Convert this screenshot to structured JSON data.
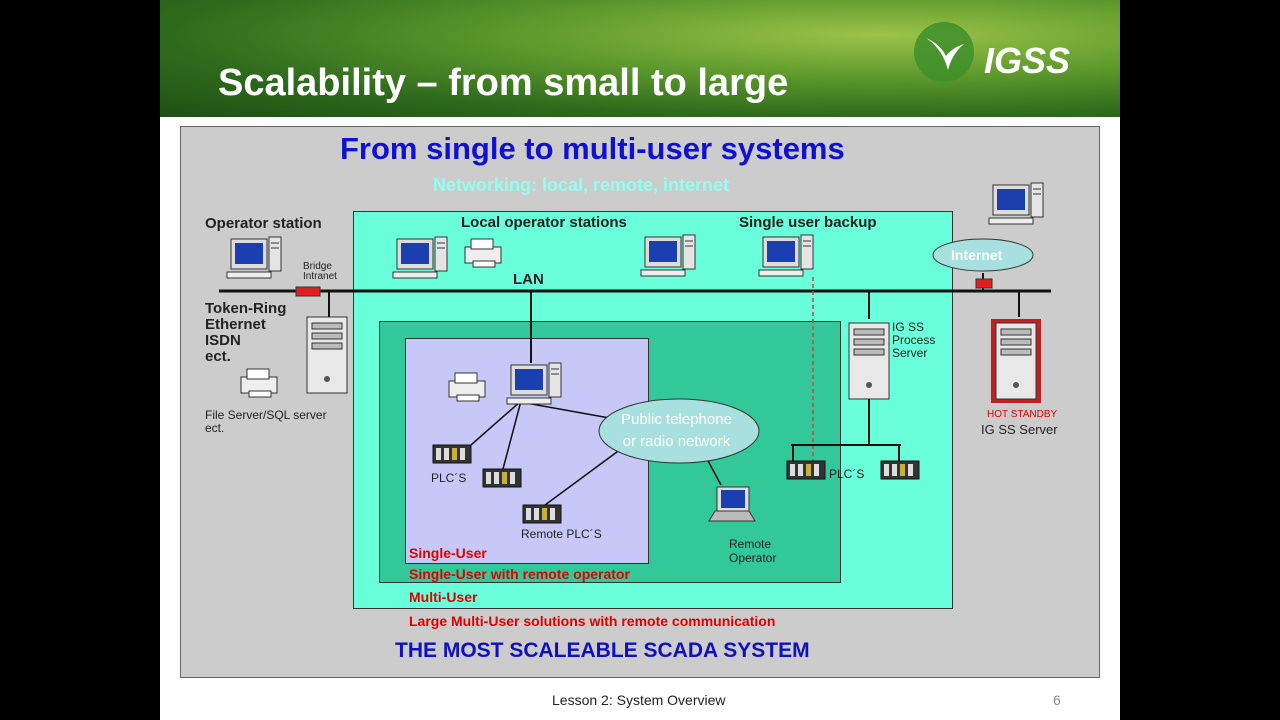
{
  "slide": {
    "title": "Scalability – from small to large",
    "logo_text": "IGSS",
    "footer": "Lesson 2: System Overview",
    "page_number": "6"
  },
  "diagram": {
    "title": "From single to multi-user systems",
    "subtitle": "Networking: local, remote, internet",
    "labels": {
      "operator_station": "Operator station",
      "local_operator_stations": "Local operator stations",
      "single_user_backup": "Single user backup",
      "internet": "Internet",
      "bridge": "Bridge",
      "intranet": "Intranet",
      "lan": "LAN",
      "network_types": [
        "Token-Ring",
        "Ethernet",
        "ISDN",
        "ect."
      ],
      "file_server": [
        "File Server/SQL server",
        "ect."
      ],
      "process_server": [
        "IG SS",
        "Process",
        "Server"
      ],
      "hot_standby": "HOT STANDBY",
      "igss_server": "IG SS Server",
      "public_network": [
        "Public telephone",
        "or radio network"
      ],
      "plcs_left": "PLC´S",
      "remote_plcs": "Remote PLC´S",
      "remote_operator": [
        "Remote",
        "Operator"
      ],
      "plcs_right": "PLC´S"
    },
    "legend": [
      "Single-User",
      "Single-User with remote operator",
      "Multi-User",
      "Large Multi-User solutions with remote communication"
    ],
    "bottom_line": "THE MOST SCALEABLE SCADA SYSTEM"
  },
  "colors": {
    "title_blue": "#1010d0",
    "outer_zone": "#68ffda",
    "middle_zone": "#32c89a",
    "inner_zone": "#c8c8f8",
    "legend_red": "#e00000"
  }
}
